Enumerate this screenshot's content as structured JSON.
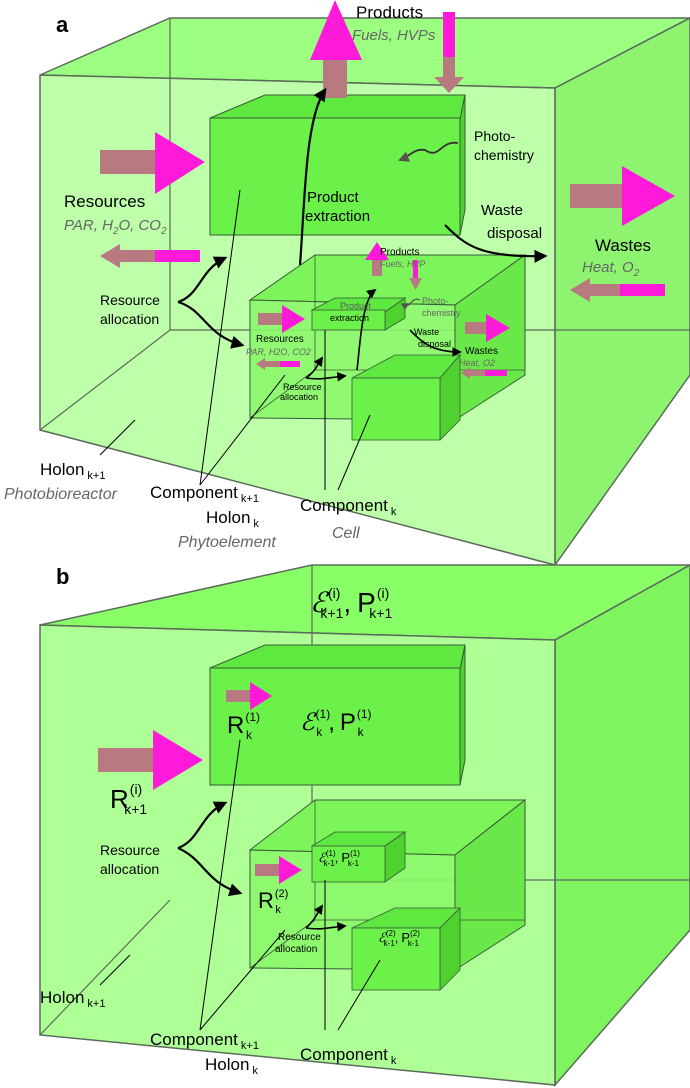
{
  "panel_a": {
    "tag": "a",
    "products": "Products",
    "products_sub": "Fuels, HVPs",
    "photochemistry_1": "Photo-",
    "photochemistry_2": "chemistry",
    "product_extraction_1": "Product",
    "product_extraction_2": "extraction",
    "waste_disposal_1": "Waste",
    "waste_disposal_2": "disposal",
    "resources": "Resources",
    "resources_sub_pre": "PAR, H",
    "resources_sub_2": "2",
    "resources_sub_mid": "O, CO",
    "wastes": "Wastes",
    "wastes_sub_pre": "Heat, O",
    "resource_allocation_1": "Resource",
    "resource_allocation_2": "allocation",
    "small_products": "Products",
    "small_products_sub": "Fuels, HVP",
    "small_photochemistry_1": "Photo-",
    "small_photochemistry_2": "chemistry",
    "small_product_extraction_1": "Product",
    "small_product_extraction_2": "extraction",
    "small_waste_disposal_1": "Waste",
    "small_waste_disposal_2": "disposal",
    "small_resources": "Resources",
    "small_resources_sub": "PAR, H2O, CO2",
    "small_wastes": "Wastes",
    "small_wastes_sub": "Heat, O2",
    "small_resource_allocation_1": "Resource",
    "small_resource_allocation_2": "allocation",
    "holon_k1": "Holon",
    "holon_k1_sub": "k+1",
    "photobioreactor": "Photobioreactor",
    "component_k1": "Component",
    "component_k1_sub": "k+1",
    "holon_k": "Holon",
    "holon_k_sub": "k",
    "phytoelement": "Phytoelement",
    "component_k": "Component",
    "component_k_sub": "k",
    "cell": "Cell"
  },
  "panel_b": {
    "tag": "b",
    "epsilon": "ℰ",
    "P": "P",
    "sup_i": "(i)",
    "sup_1": "(1)",
    "sup_2": "(2)",
    "sub_k1": "k+1",
    "sub_k": "k",
    "sub_km1": "k-1",
    "R": "R",
    "comma": ",",
    "resource_allocation_1": "Resource",
    "resource_allocation_2": "allocation",
    "small_resource_allocation_1": "Resource",
    "small_resource_allocation_2": "allocation",
    "holon_k1": "Holon",
    "holon_k1_sub": "k+1",
    "component_k1": "Component",
    "component_k1_sub": "k+1",
    "holon_k": "Holon",
    "holon_k_sub": "k",
    "component_k": "Component",
    "component_k_sub": "k"
  },
  "colors": {
    "outer_face": "#b3ff9a",
    "outer_top": "#99ff80",
    "outer_side": "#8cf56e",
    "inner_face": "#6cf04a",
    "inner_dark": "#55d93a",
    "edge": "#5a6b5a",
    "magenta": "#ff1ad9",
    "muted_arrow": "#b87a80"
  }
}
